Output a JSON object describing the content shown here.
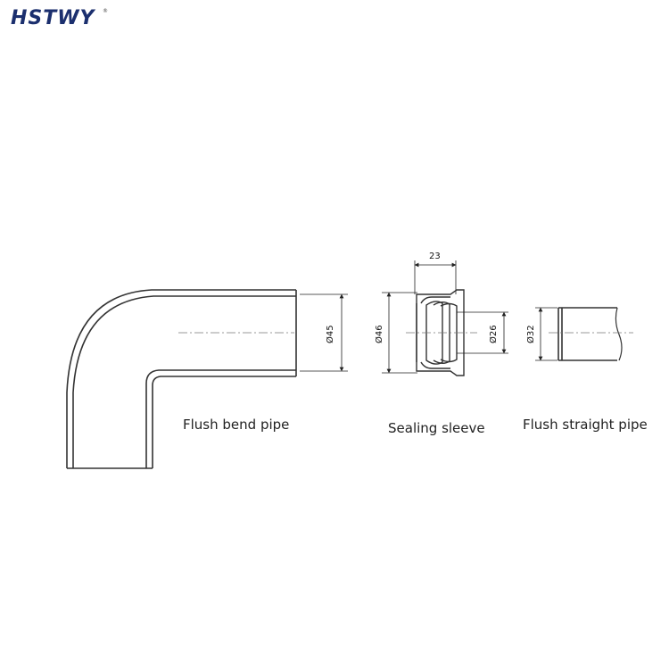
{
  "brand": {
    "logo_text": "HSTWY",
    "logo_mark": "®"
  },
  "parts": {
    "bend": {
      "caption": "Flush bend pipe",
      "diameter_label": "Ø45"
    },
    "sleeve": {
      "caption": "Sealing sleeve",
      "outer_diameter_label": "Ø46",
      "inner_diameter_label": "Ø26",
      "length_label": "23"
    },
    "straight": {
      "caption": "Flush straight pipe",
      "diameter_label": "Ø32"
    }
  },
  "colors": {
    "line": "#333333",
    "brand": "#1b2f6e",
    "centerline": "#777777"
  }
}
